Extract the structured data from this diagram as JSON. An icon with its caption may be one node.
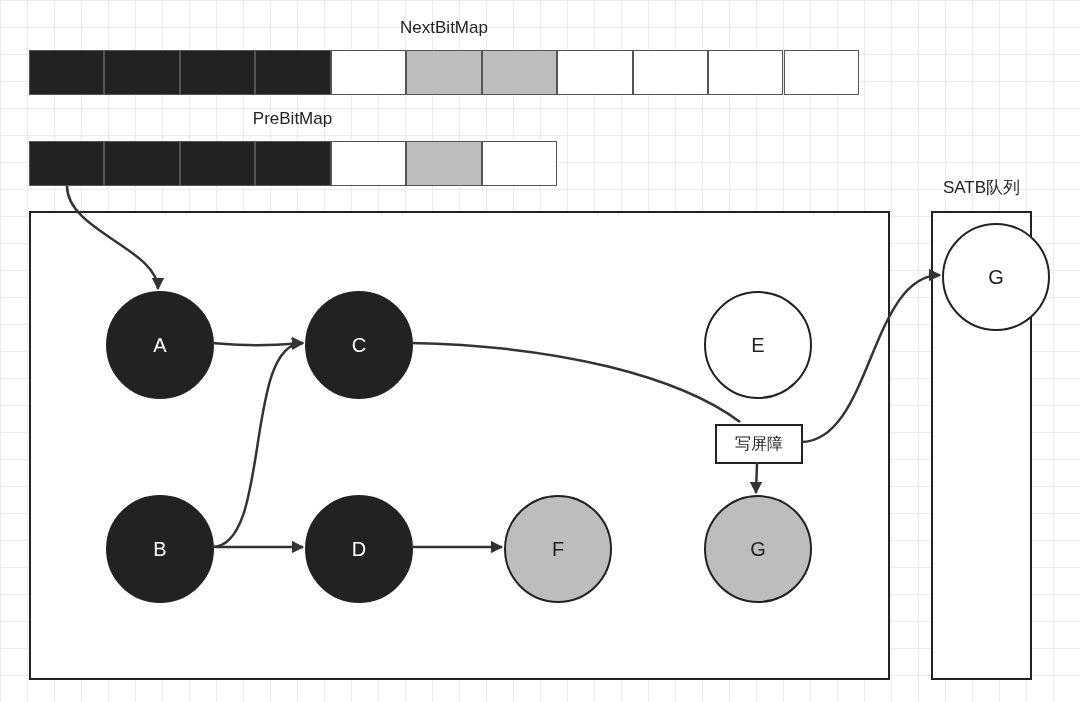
{
  "diagram": {
    "nodes": [
      {
        "text": [
          "NextBitMap"
        ]
      },
      {
        "text": [],
        "shape": "box",
        "in": 0
      },
      {
        "text": [],
        "shape": "box",
        "in": 0
      },
      {
        "text": [],
        "shape": "box",
        "in": 0
      },
      {
        "text": [],
        "shape": "box",
        "in": 0
      },
      {
        "text": [],
        "shape": "box",
        "in": 0
      },
      {
        "text": [],
        "shape": "box",
        "in": 0
      },
      {
        "text": [],
        "shape": "box",
        "in": 0
      },
      {
        "text": [],
        "shape": "box",
        "in": 0
      },
      {
        "text": [],
        "shape": "box",
        "in": 0
      },
      {
        "text": [],
        "shape": "box",
        "in": 0
      },
      {
        "text": [],
        "shape": "box",
        "in": 0
      },
      {
        "text": [
          "PreBitMap"
        ]
      },
      {
        "text": [],
        "shape": "box",
        "in": 12
      },
      {
        "text": [],
        "shape": "box",
        "in": 12
      },
      {
        "text": [],
        "shape": "box",
        "in": 12
      },
      {
        "text": [],
        "shape": "box",
        "in": 12
      },
      {
        "text": [],
        "shape": "box",
        "in": 12
      },
      {
        "text": [],
        "shape": "box",
        "in": 12
      },
      {
        "text": [],
        "shape": "box",
        "in": 12
      },
      {
        "text": [],
        "shape": "box"
      },
      {
        "text": [
          "A"
        ],
        "in": 20
      },
      {
        "text": [
          "C"
        ],
        "in": 20
      },
      {
        "text": [
          "E"
        ],
        "in": 20
      },
      {
        "text": [
          "写屏障"
        ],
        "in": 20
      },
      {
        "text": [
          "B"
        ],
        "in": 20
      },
      {
        "text": [
          "D"
        ],
        "in": 20
      },
      {
        "text": [
          "F"
        ],
        "in": 20
      },
      {
        "text": [
          "G"
        ],
        "in": 20
      },
      {
        "text": [
          "SATB队列"
        ]
      },
      {
        "text": [
          "G"
        ],
        "in": 29
      }
    ],
    "edges": [
      {
        "from": 13,
        "to": 21,
        "arrow": "to"
      },
      {
        "from": 21,
        "to": 22,
        "arrow": "to"
      },
      {
        "from": 25,
        "to": 22,
        "arrow": "to"
      },
      {
        "from": 25,
        "to": 26,
        "arrow": "to"
      },
      {
        "from": 26,
        "to": 27,
        "arrow": "to"
      },
      {
        "from": 22,
        "to": 24,
        "arrow": "none"
      },
      {
        "from": 24,
        "to": 28,
        "arrow": "to"
      },
      {
        "from": 24,
        "to": 30,
        "arrow": "to"
      }
    ]
  }
}
